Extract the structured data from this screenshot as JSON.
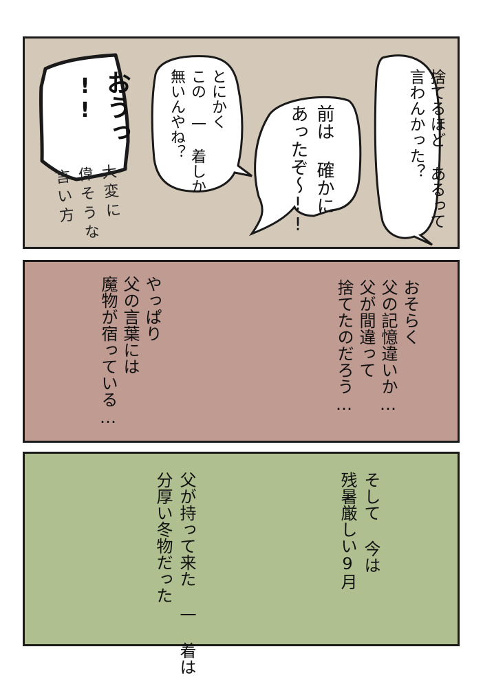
{
  "colors": {
    "panel1_bg": "#d4c8b8",
    "panel2_bg": "#bf9b92",
    "panel3_bg": "#afbf8f",
    "border": "#1a1a1a",
    "bubble": "#ffffff"
  },
  "panel1": {
    "bubble_throw": [
      "捨てるほど あるって",
      "言わんかった？"
    ],
    "bubble_before": [
      "前は 確かに",
      "あったぞ～!!"
    ],
    "bubble_onlyone": [
      "とにかく",
      "この 一 着しか",
      "無いんやね？"
    ],
    "bubble_ou": [
      "おうっ",
      "!!"
    ],
    "side_note": [
      "大変に",
      "偉そうな",
      "言い方"
    ]
  },
  "panel2": {
    "right_text": [
      "おそらく",
      "父の記憶違いか…",
      "父が間違って",
      "捨てたのだろう…"
    ],
    "left_text": [
      "やっぱり",
      "父の言葉には",
      "魔物が宿っている…"
    ]
  },
  "panel3": {
    "right_text": [
      "そして 今は",
      "残暑厳しい9月"
    ],
    "left_text": [
      "父が持って来た 一 着は",
      "分厚い冬物だった"
    ]
  }
}
